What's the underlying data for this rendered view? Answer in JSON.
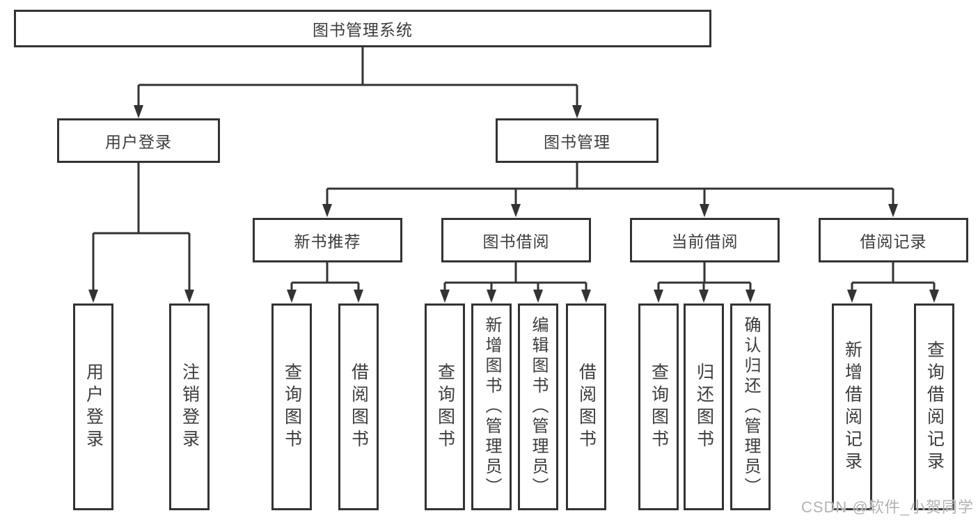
{
  "diagram": {
    "title": "图书管理系统",
    "branches": [
      {
        "label": "用户登录",
        "leaves": [
          "用户登录",
          "注销登录"
        ]
      },
      {
        "label": "图书管理",
        "groups": [
          {
            "label": "新书推荐",
            "leaves": [
              "查询图书",
              "借阅图书"
            ]
          },
          {
            "label": "图书借阅",
            "leaves": [
              "查询图书",
              "新增图书（管理员）",
              "编辑图书（管理员）",
              "借阅图书"
            ]
          },
          {
            "label": "当前借阅",
            "leaves": [
              "查询图书",
              "归还图书",
              "确认归还（管理员）"
            ]
          },
          {
            "label": "借阅记录",
            "leaves": [
              "新增借阅记录",
              "查询借阅记录"
            ]
          }
        ]
      }
    ]
  },
  "watermark": {
    "text": "CSDN @软件_小贺同学"
  },
  "colors": {
    "line": "#333333",
    "node_border": "#333333",
    "text": "#3c3c3c",
    "background": "#ffffff",
    "watermark": "#b2b2b2"
  }
}
